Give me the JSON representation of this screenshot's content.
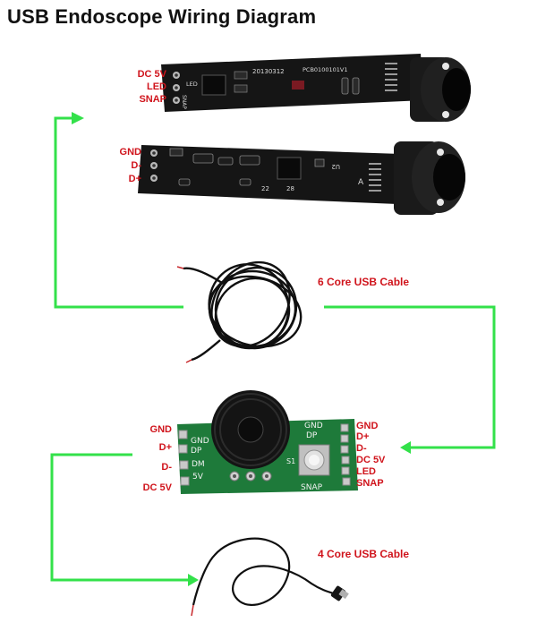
{
  "title": "USB Endoscope Wiring Diagram",
  "board_top": {
    "pins": [
      "DC 5V",
      "LED",
      "SNAP"
    ],
    "silk_code": "20130312",
    "silk_pcb": "PCB0100101V1",
    "silk_led": "LED",
    "silk_snap": "SNAP"
  },
  "board_second": {
    "pins": [
      "GND",
      "D-",
      "D+"
    ],
    "silk_22": "22",
    "silk_28": "28",
    "silk_a": "A",
    "silk_u2": "U2"
  },
  "cable_6": {
    "label": "6 Core USB Cable"
  },
  "control_board": {
    "left_pins": [
      "GND",
      "D+",
      "D-",
      "DC 5V"
    ],
    "right_pins": [
      "GND",
      "D+",
      "D-",
      "DC 5V",
      "LED",
      "SNAP"
    ],
    "silk_left": [
      "GND",
      "DP",
      "DM",
      "5V"
    ],
    "silk_right_top": [
      "GND",
      "DP"
    ],
    "silk_s1": "S1",
    "silk_snap": "SNAP"
  },
  "cable_4": {
    "label": "4 Core USB Cable"
  },
  "colors": {
    "wire": "#33e14a",
    "label": "#d0141c",
    "pcb_black": "#141414",
    "pcb_green": "#1e7a3a"
  }
}
